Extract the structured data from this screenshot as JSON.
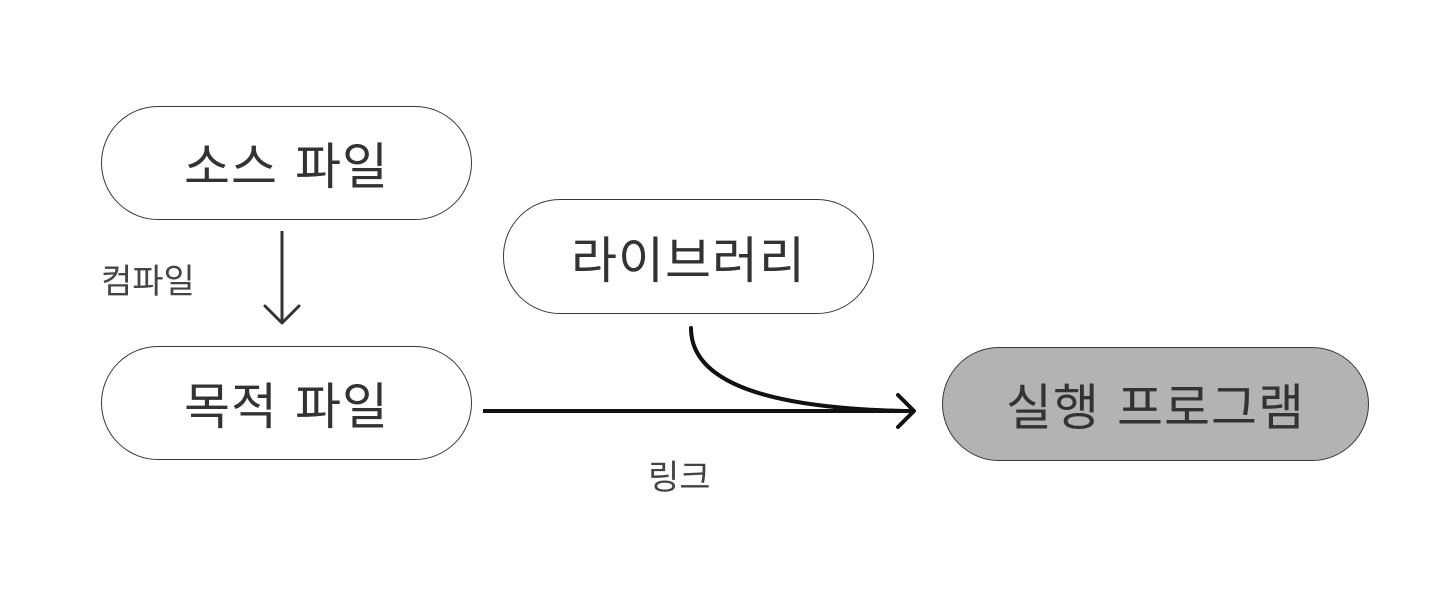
{
  "nodes": {
    "source": {
      "label": "소스 파일",
      "fill": "#ffffff"
    },
    "library": {
      "label": "라이브러리",
      "fill": "#ffffff"
    },
    "object": {
      "label": "목적 파일",
      "fill": "#ffffff"
    },
    "executable": {
      "label": "실행 프로그램",
      "fill": "#b3b3b3"
    }
  },
  "edges": {
    "compile": {
      "from": "source",
      "to": "object",
      "label": "컴파일"
    },
    "link": {
      "from": "object",
      "to": "executable",
      "label": "링크"
    },
    "library_link": {
      "from": "library",
      "to": "executable",
      "label": ""
    }
  },
  "colors": {
    "stroke": "#1a1a1a",
    "text": "#333333"
  }
}
